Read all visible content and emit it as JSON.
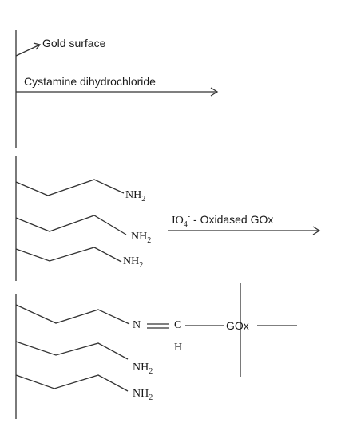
{
  "labels": {
    "gold_surface": "Gold surface",
    "cystamine": "Cystamine dihydrochloride",
    "oxidised_gox": "- Oxidased  GOx",
    "gox": "GOx",
    "carbon": "C",
    "hydrogen": "H",
    "nitrogen": "N"
  },
  "amine": {
    "base": "NH",
    "subscript": "2"
  },
  "periodate": {
    "base": "IO",
    "subscript": "4",
    "charge": "-"
  }
}
